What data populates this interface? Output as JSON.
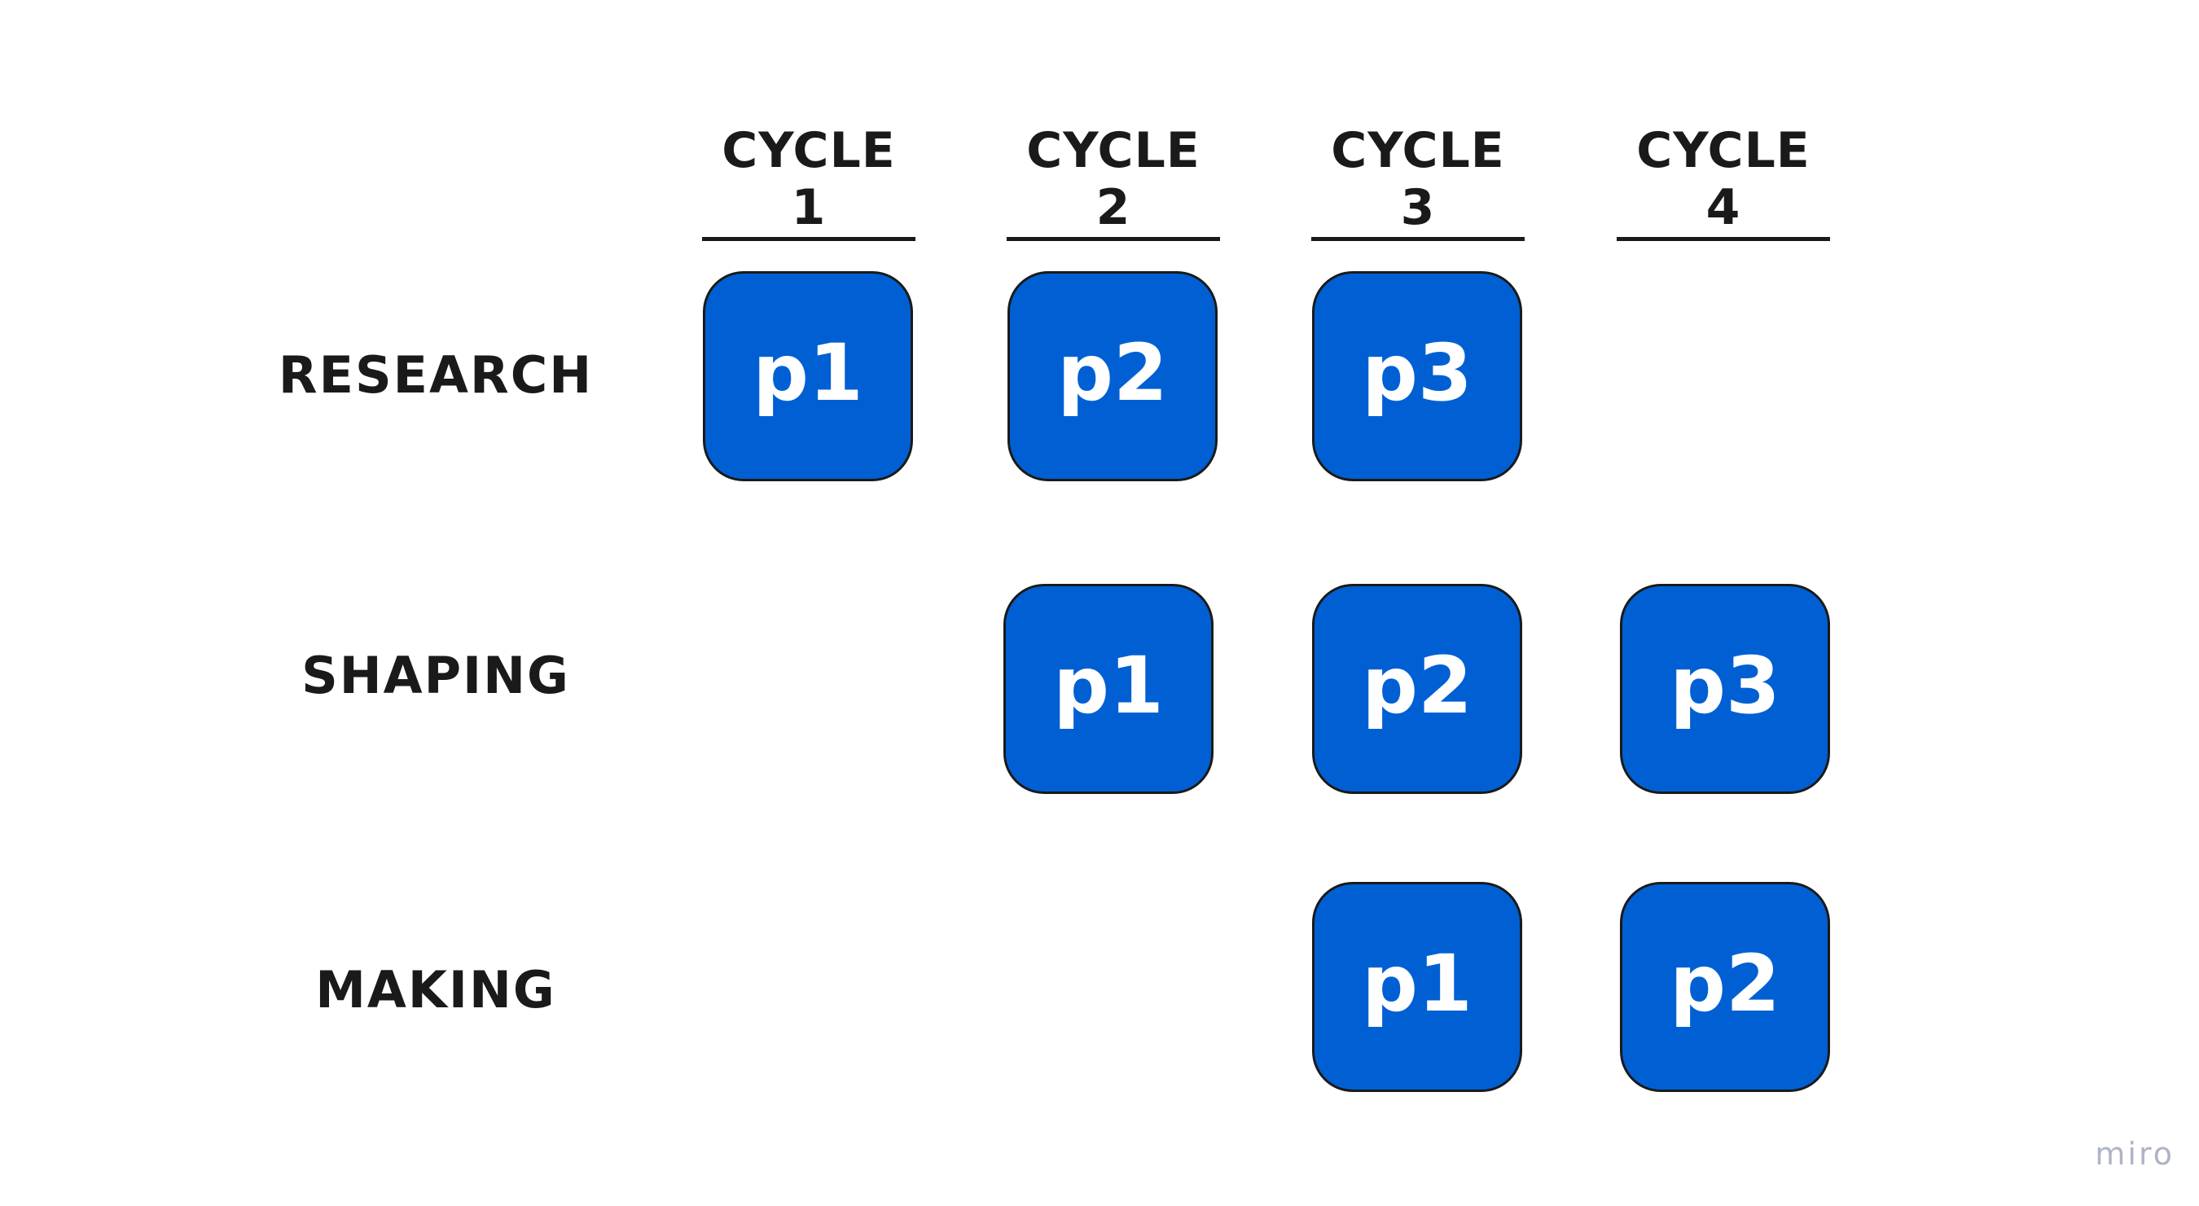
{
  "columns": [
    {
      "label": "CYCLE 1"
    },
    {
      "label": "CYCLE 2"
    },
    {
      "label": "CYCLE 3"
    },
    {
      "label": "CYCLE 4"
    }
  ],
  "rows": [
    {
      "label": "RESEARCH"
    },
    {
      "label": "SHAPING"
    },
    {
      "label": "MAKING"
    }
  ],
  "cards": [
    {
      "row": 0,
      "col": 0,
      "label": "p1"
    },
    {
      "row": 0,
      "col": 1,
      "label": "p2"
    },
    {
      "row": 0,
      "col": 2,
      "label": "p3"
    },
    {
      "row": 1,
      "col": 1,
      "label": "p1"
    },
    {
      "row": 1,
      "col": 2,
      "label": "p2"
    },
    {
      "row": 1,
      "col": 3,
      "label": "p3"
    },
    {
      "row": 2,
      "col": 2,
      "label": "p1"
    },
    {
      "row": 2,
      "col": 3,
      "label": "p2"
    }
  ],
  "colors": {
    "card_fill": "#0060d3",
    "card_text": "#ffffff",
    "card_border": "#1a1a1a",
    "label_text": "#1a1a1a",
    "watermark": "#aeb4c6"
  },
  "watermark": {
    "text": "miro"
  }
}
